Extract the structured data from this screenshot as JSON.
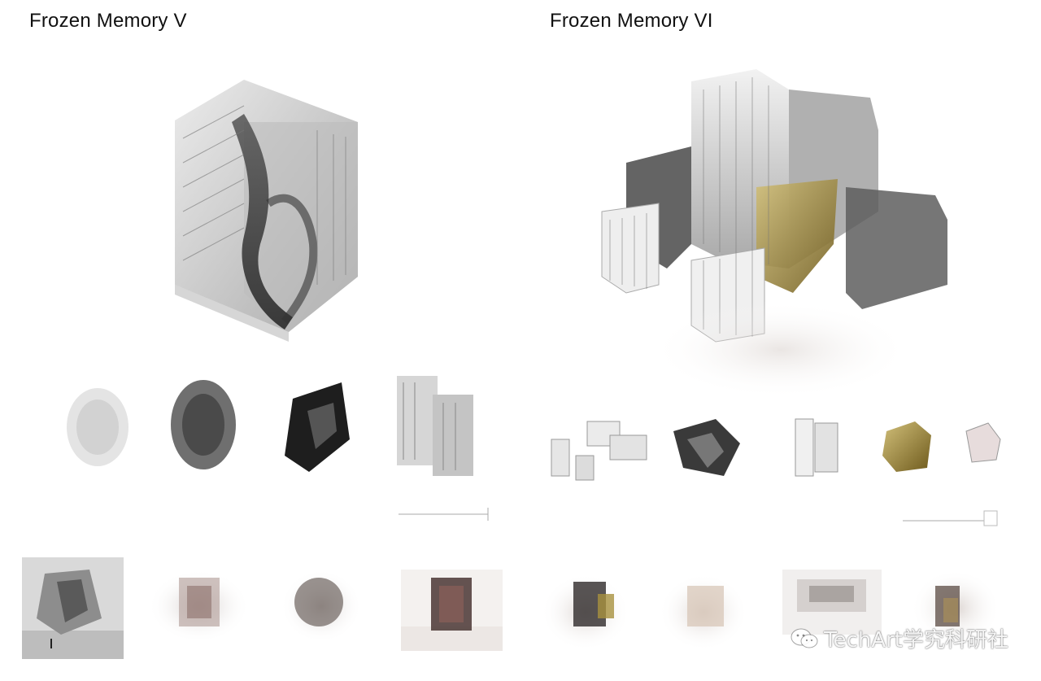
{
  "panels": [
    {
      "title": "Frozen Memory V"
    },
    {
      "title": "Frozen Memory VI"
    }
  ],
  "watermark": {
    "text": "TechArt学究科研社",
    "icon": "wechat-icon"
  },
  "colors": {
    "background": "#ffffff",
    "ink": "#111111",
    "gold": "#b39a3e"
  }
}
